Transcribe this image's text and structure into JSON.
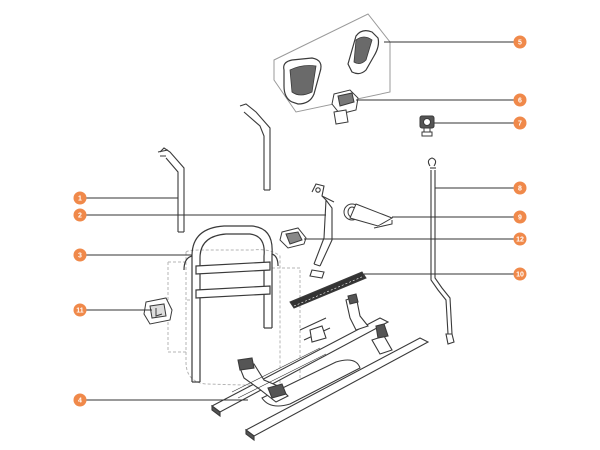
{
  "colors": {
    "badge": "#f0894a",
    "leader": "#333333",
    "part_stroke": "#3a3a3a",
    "ghost_stroke": "#b5b5b5",
    "box_stroke": "#9a9a9a",
    "part_fill": "#ffffff",
    "dark_fill": "#555555"
  },
  "callouts": [
    {
      "id": "1",
      "label": "1",
      "target": "upright-tube-left"
    },
    {
      "id": "2",
      "label": "2",
      "target": "support-arm"
    },
    {
      "id": "3",
      "label": "3",
      "target": "main-frame"
    },
    {
      "id": "4",
      "label": "4",
      "target": "wheel-rail-platform"
    },
    {
      "id": "5",
      "label": "5",
      "target": "wheel-holder-pads"
    },
    {
      "id": "6",
      "label": "6",
      "target": "clamp-bracket"
    },
    {
      "id": "7",
      "label": "7",
      "target": "lock-knob"
    },
    {
      "id": "8",
      "label": "8",
      "target": "support-rod"
    },
    {
      "id": "9",
      "label": "9",
      "target": "strap-buckle"
    },
    {
      "id": "10",
      "label": "10",
      "target": "fixing-strap"
    },
    {
      "id": "11",
      "label": "11",
      "target": "wall-bracket"
    },
    {
      "id": "12",
      "label": "12",
      "target": "rubber-pad"
    }
  ]
}
